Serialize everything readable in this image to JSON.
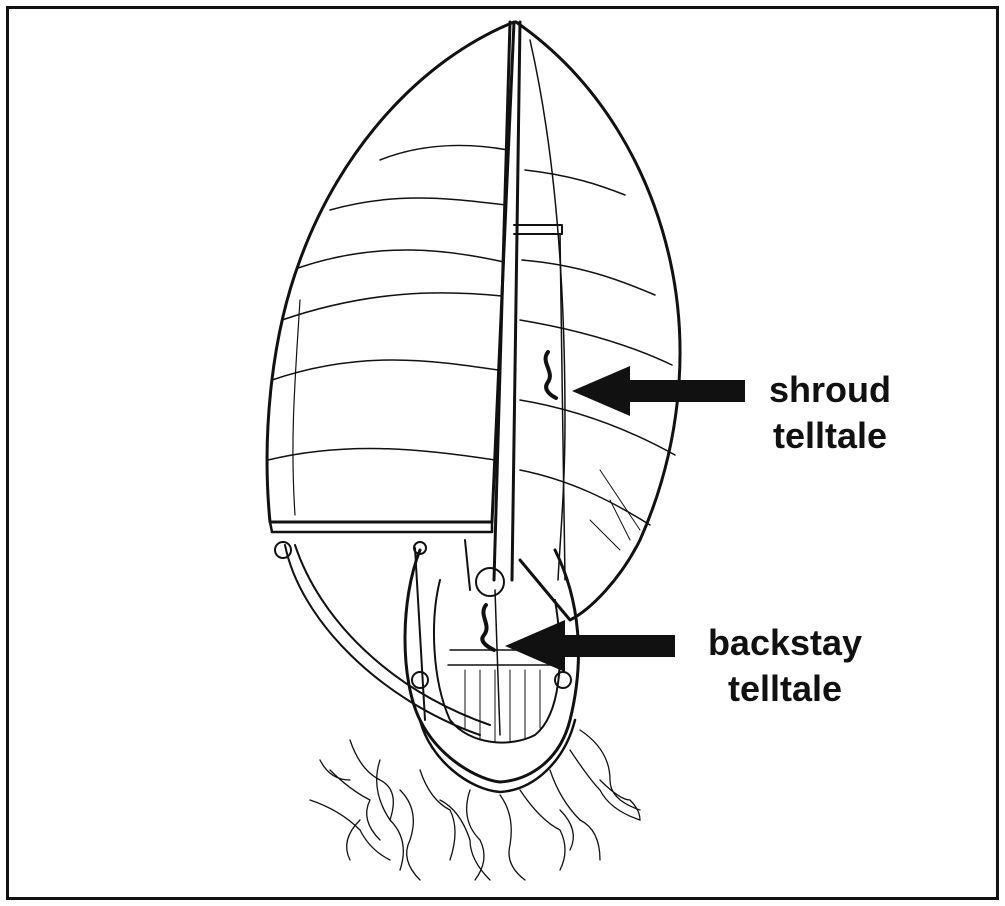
{
  "labels": {
    "shroud": {
      "line1": "shroud",
      "line2": "telltale"
    },
    "backstay": {
      "line1": "backstay",
      "line2": "telltale"
    }
  },
  "colors": {
    "ink": "#111111",
    "paper": "#ffffff"
  }
}
